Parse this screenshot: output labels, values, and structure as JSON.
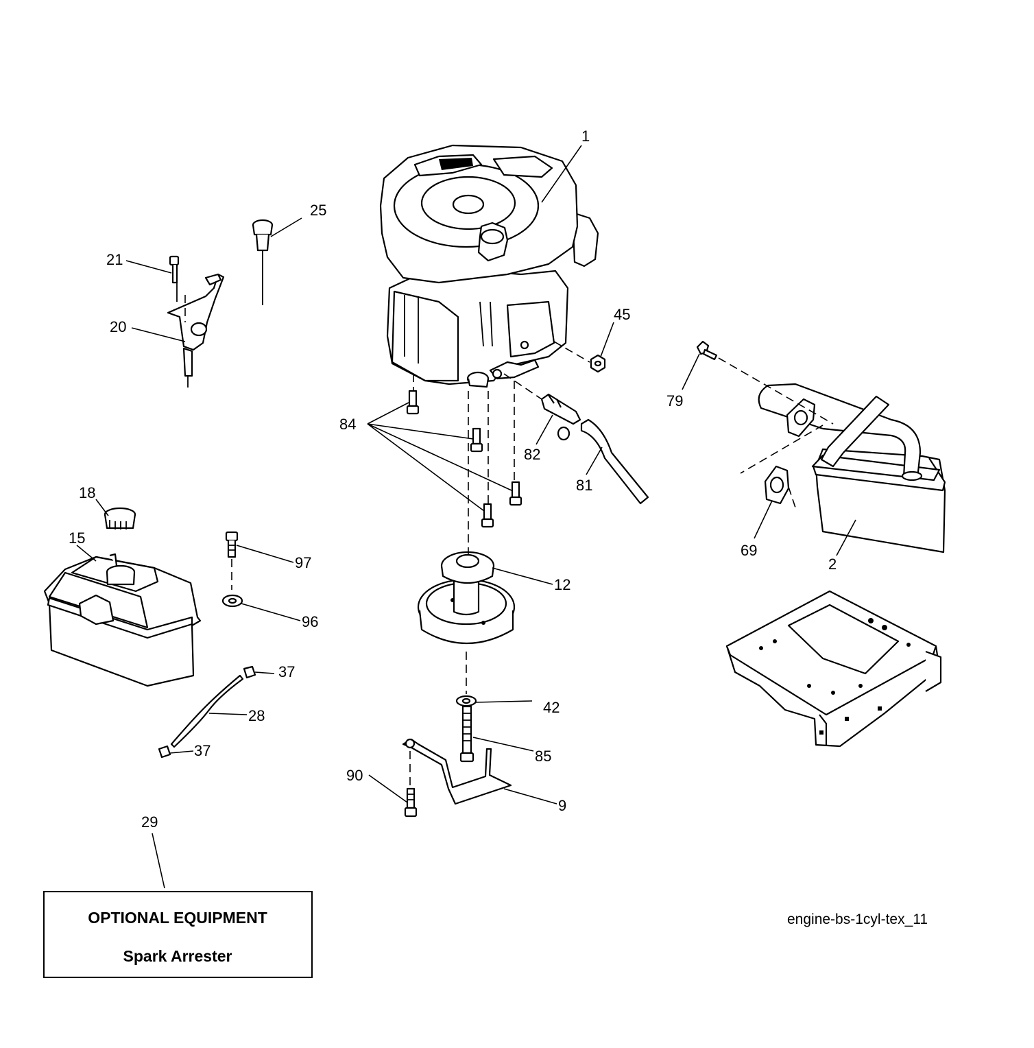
{
  "diagram": {
    "reference_code": "engine-bs-1cyl-tex_11",
    "optional_box": {
      "title": "OPTIONAL EQUIPMENT",
      "subtitle": "Spark Arrester"
    },
    "callouts": {
      "c1": "1",
      "c2": "2",
      "c9": "9",
      "c12": "12",
      "c15": "15",
      "c18": "18",
      "c20": "20",
      "c21": "21",
      "c25": "25",
      "c28": "28",
      "c29": "29",
      "c37a": "37",
      "c37b": "37",
      "c42": "42",
      "c45": "45",
      "c69": "69",
      "c79": "79",
      "c81": "81",
      "c82": "82",
      "c84": "84",
      "c85": "85",
      "c90": "90",
      "c96": "96",
      "c97": "97"
    }
  }
}
